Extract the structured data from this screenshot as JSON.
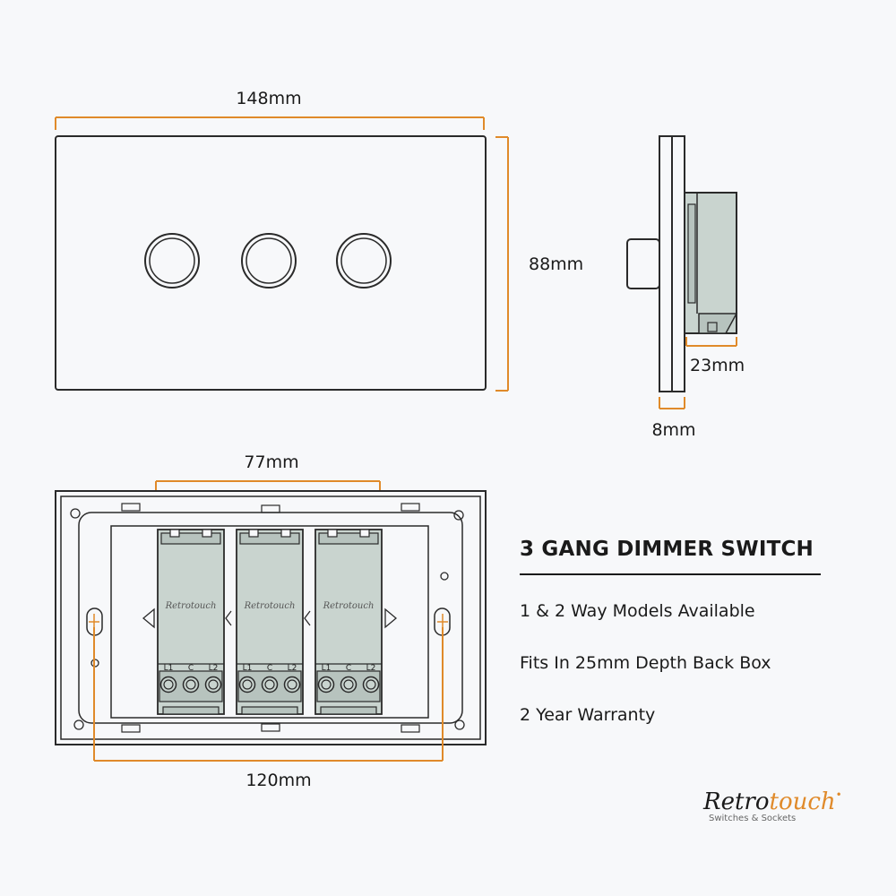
{
  "dimensions": {
    "plate_width": "148mm",
    "plate_height": "88mm",
    "module_depth": "23mm",
    "plate_depth": "8mm",
    "module_span": "77mm",
    "fixing_centers": "120mm"
  },
  "modules": [
    {
      "brand": "Retrotouch",
      "terminals": [
        "L1",
        "C",
        "L2"
      ]
    },
    {
      "brand": "Retrotouch",
      "terminals": [
        "L1",
        "C",
        "L2"
      ]
    },
    {
      "brand": "Retrotouch",
      "terminals": [
        "L1",
        "C",
        "L2"
      ]
    }
  ],
  "product": {
    "title": "3 GANG DIMMER SWITCH",
    "features": [
      "1 & 2 Way Models Available",
      "Fits In 25mm Depth Back Box",
      "2 Year Warranty"
    ]
  },
  "brand": {
    "name_start": "Retro",
    "name_end": "touch",
    "tagline": "Switches & Sockets"
  },
  "colors": {
    "dimension_line": "#e08a2a",
    "outline": "#2a2a2a",
    "module_fill": "#c9d4cf",
    "background": "#f7f8fa"
  },
  "icons": [
    "dimmer-knob-icon",
    "fixing-slot-icon",
    "terminal-screw-icon"
  ]
}
